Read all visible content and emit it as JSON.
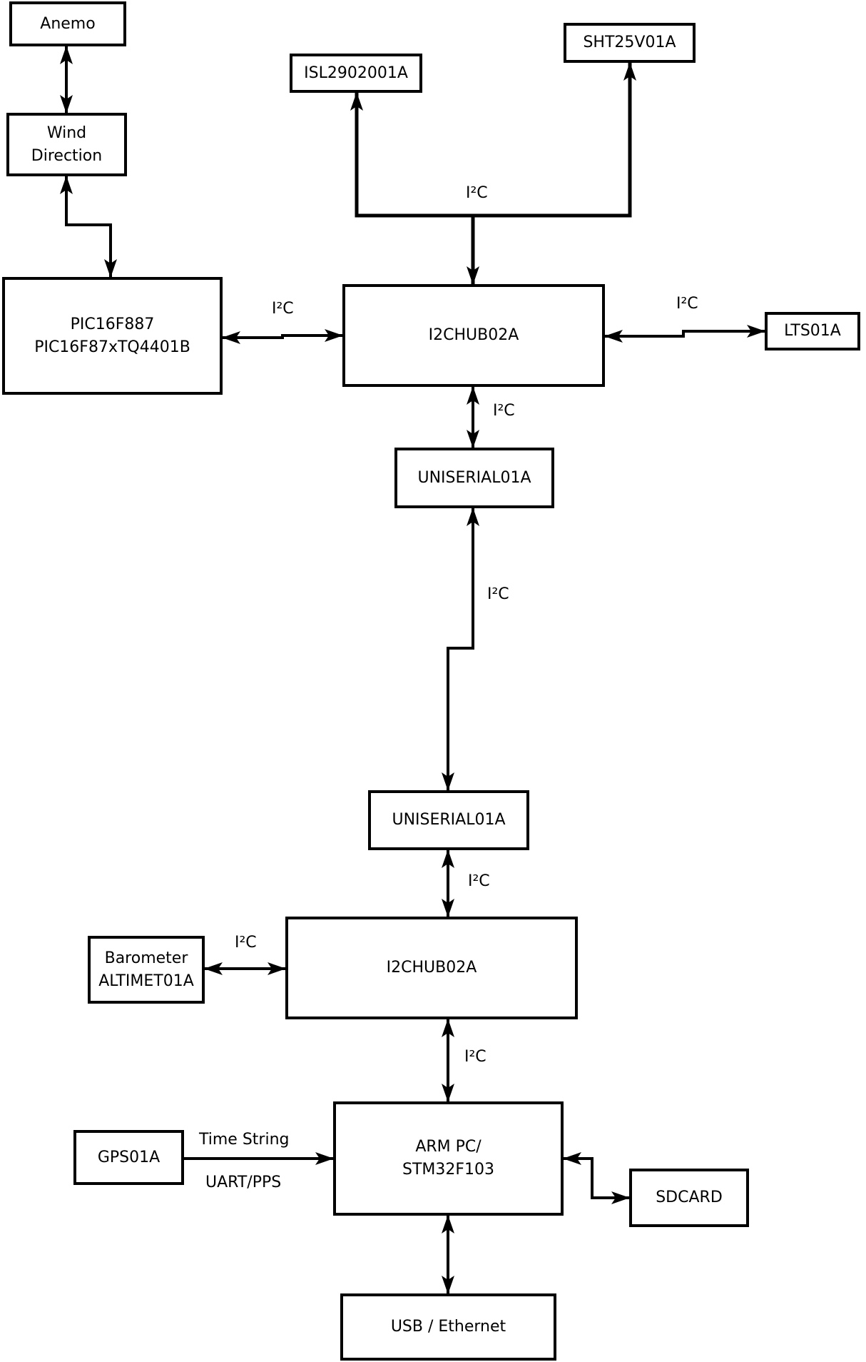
{
  "diagram": {
    "type": "block-diagram",
    "colors": {
      "line": "#000000",
      "box_border": "#000000",
      "box_fill": "#ffffff",
      "background": "#ffffff",
      "text": "#000000"
    },
    "boxes": {
      "anemo": {
        "label": "Anemo"
      },
      "wind_direction": {
        "lines": [
          "Wind",
          "Direction"
        ]
      },
      "pic": {
        "lines": [
          "PIC16F887",
          "PIC16F87xTQ4401B"
        ]
      },
      "isl": {
        "label": "ISL2902001A"
      },
      "sht": {
        "label": "SHT25V01A"
      },
      "i2chub_top": {
        "label": "I2CHUB02A"
      },
      "lts": {
        "label": "LTS01A"
      },
      "uniserial_top": {
        "label": "UNISERIAL01A"
      },
      "uniserial_bottom": {
        "label": "UNISERIAL01A"
      },
      "i2chub_bottom": {
        "label": "I2CHUB02A"
      },
      "barometer": {
        "lines": [
          "Barometer",
          "ALTIMET01A"
        ]
      },
      "gps": {
        "label": "GPS01A"
      },
      "arm_pc": {
        "lines": [
          "ARM PC/",
          "STM32F103"
        ]
      },
      "sdcard": {
        "label": "SDCARD"
      },
      "usb_ethernet": {
        "label": "USB / Ethernet"
      }
    },
    "edge_labels": {
      "bus_top": "I²C",
      "pic_hub": "I²C",
      "hub_lts": "I²C",
      "hub_uni": "I²C",
      "uni_uni": "I²C",
      "uni_hub2": "I²C",
      "baro_hub2": "I²C",
      "hub2_arm": "I²C",
      "gps_arm_top": "Time String",
      "gps_arm_bottom": "UART/PPS"
    }
  }
}
